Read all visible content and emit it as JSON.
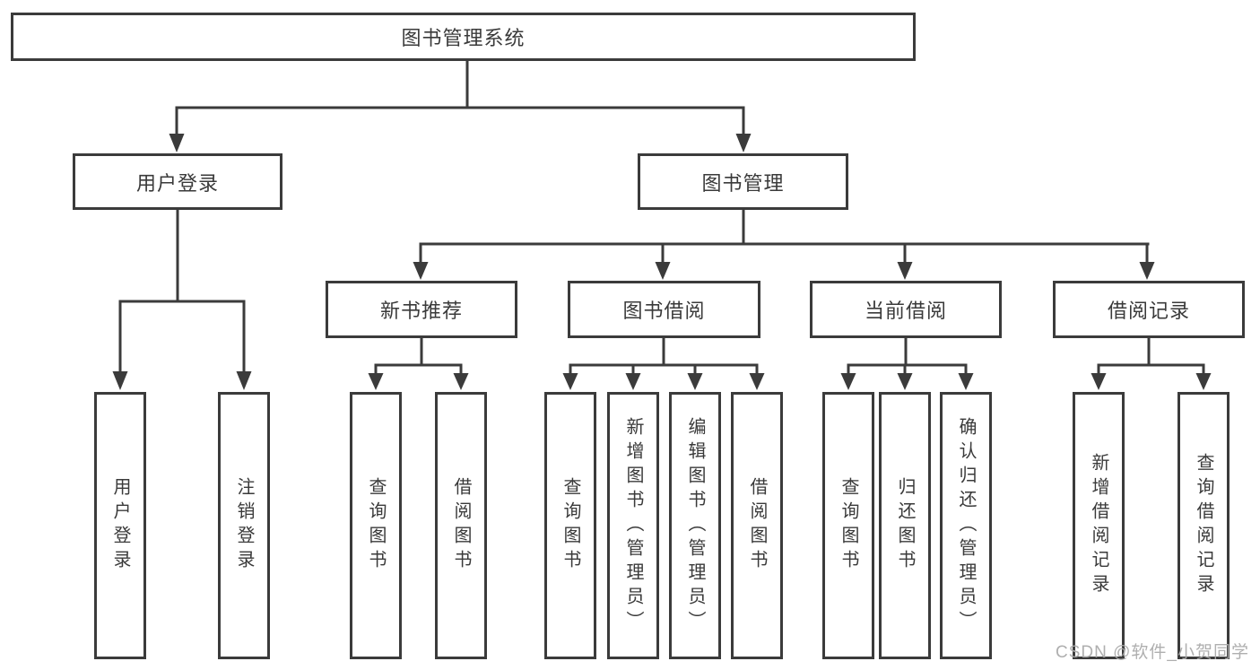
{
  "diagram": {
    "root": "图书管理系统",
    "level1": [
      "用户登录",
      "图书管理"
    ],
    "level2": [
      "新书推荐",
      "图书借阅",
      "当前借阅",
      "借阅记录"
    ],
    "leaves": {
      "g1": [
        "用户登录",
        "注销登录"
      ],
      "g2": [
        "查询图书",
        "借阅图书"
      ],
      "g3": [
        "查询图书",
        "新增图书（管理员）",
        "编辑图书（管理员）",
        "借阅图书"
      ],
      "g4": [
        "查询图书",
        "归还图书",
        "确认归还（管理员）"
      ],
      "g5": [
        "新增借阅记录",
        "查询借阅记录"
      ]
    }
  },
  "watermark": "CSDN @软件_小贺同学",
  "colors": {
    "line": "#3b3b3b",
    "text": "#3a3a3a",
    "watermark": "#ababab",
    "background": "#ffffff"
  }
}
